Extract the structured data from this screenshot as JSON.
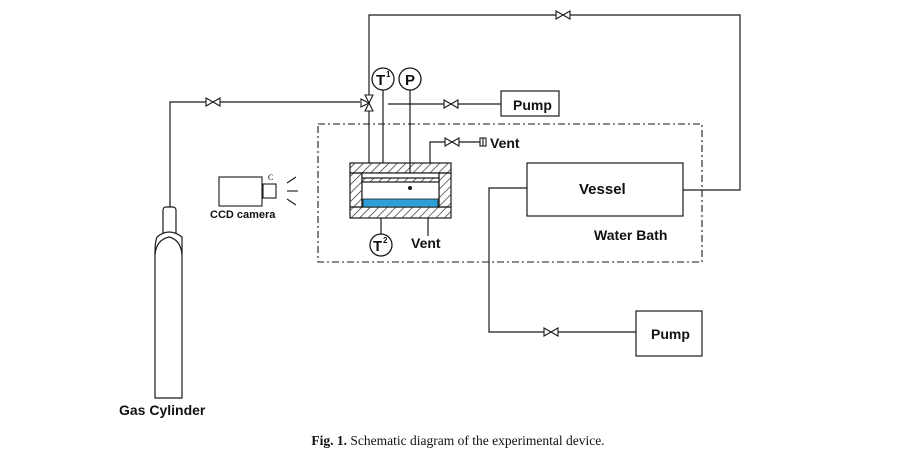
{
  "labels": {
    "gas_cylinder": "Gas Cylinder",
    "ccd_camera": "CCD camera",
    "camera_mark": "C",
    "pump_top": "Pump",
    "pump_bottom": "Pump",
    "vent_top": "Vent",
    "vent_bottom": "Vent",
    "vessel": "Vessel",
    "water_bath": "Water Bath",
    "sensor_t1": "T",
    "sensor_t1_sup": "1",
    "sensor_p": "P",
    "sensor_t2": "T",
    "sensor_t2_sup": "2"
  },
  "caption": {
    "prefix": "Fig. 1.",
    "text": "Schematic diagram of the experimental device."
  },
  "colors": {
    "line": "#1a1a1a",
    "water": "#2f9fd8"
  }
}
